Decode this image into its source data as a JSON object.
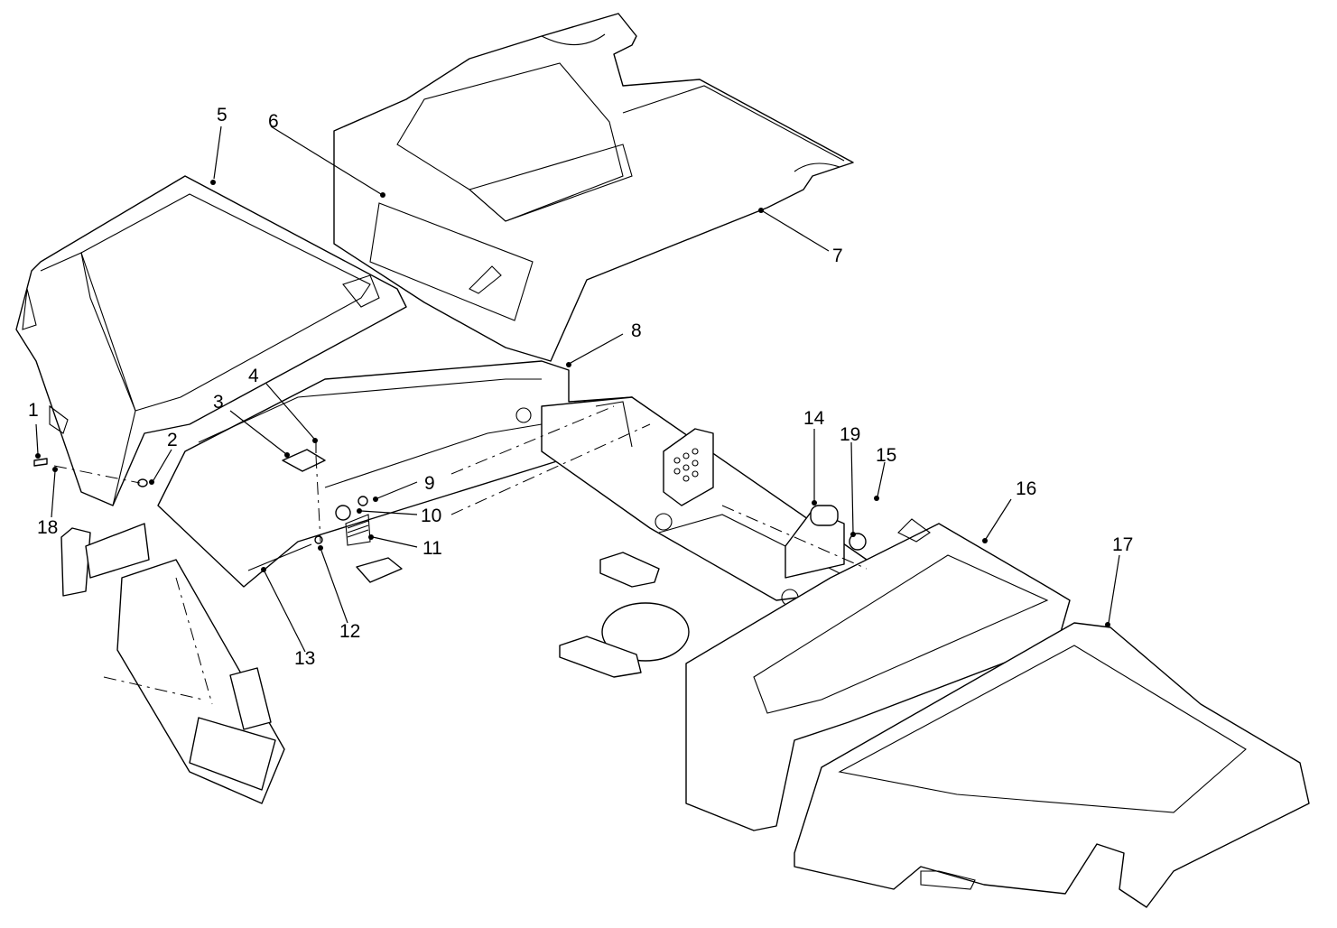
{
  "diagram": {
    "callouts": [
      {
        "id": 1,
        "label": "1"
      },
      {
        "id": 2,
        "label": "2"
      },
      {
        "id": 3,
        "label": "3"
      },
      {
        "id": 4,
        "label": "4"
      },
      {
        "id": 5,
        "label": "5"
      },
      {
        "id": 6,
        "label": "6"
      },
      {
        "id": 7,
        "label": "7"
      },
      {
        "id": 8,
        "label": "8"
      },
      {
        "id": 9,
        "label": "9"
      },
      {
        "id": 10,
        "label": "10"
      },
      {
        "id": 11,
        "label": "11"
      },
      {
        "id": 12,
        "label": "12"
      },
      {
        "id": 13,
        "label": "13"
      },
      {
        "id": 14,
        "label": "14"
      },
      {
        "id": 15,
        "label": "15"
      },
      {
        "id": 16,
        "label": "16"
      },
      {
        "id": 17,
        "label": "17"
      },
      {
        "id": 18,
        "label": "18"
      },
      {
        "id": 19,
        "label": "19"
      }
    ],
    "line_color": "#000000",
    "background": "#ffffff"
  }
}
